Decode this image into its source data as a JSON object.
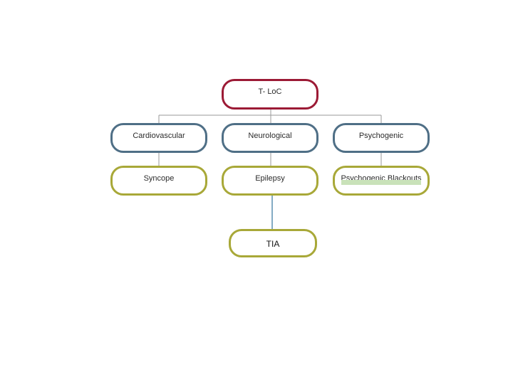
{
  "diagram": {
    "root": {
      "label": "T- LoC"
    },
    "categories": [
      {
        "label": "Cardiovascular"
      },
      {
        "label": "Neurological"
      },
      {
        "label": "Psychogenic"
      }
    ],
    "subtypes": [
      {
        "label": "Syncope"
      },
      {
        "label": "Epilepsy"
      },
      {
        "label": "Psychogenic Blackouts"
      }
    ],
    "extra": {
      "label": "TIA"
    }
  },
  "colors": {
    "root_border": "#9c1a35",
    "category_border": "#4f6f86",
    "subtype_border": "#a8a838",
    "connector_gray": "#9a9a9a",
    "connector_blue": "#5a8fb0",
    "highlight": "#c9e2b9"
  }
}
